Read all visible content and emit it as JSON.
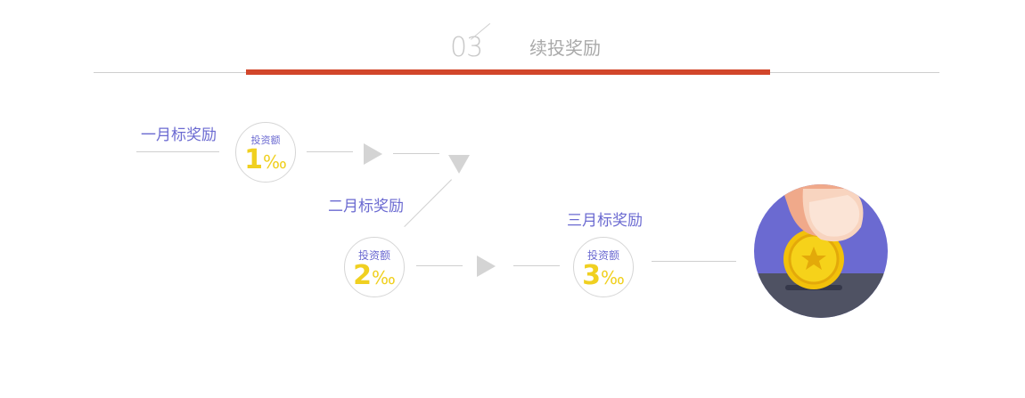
{
  "header": {
    "section_number": "03",
    "title": "续投奖励"
  },
  "steps": [
    {
      "label": "一月标奖励",
      "caption": "投资额",
      "value": "1",
      "unit": "‰"
    },
    {
      "label": "二月标奖励",
      "caption": "投资额",
      "value": "2",
      "unit": "‰"
    },
    {
      "label": "三月标奖励",
      "caption": "投资额",
      "value": "3",
      "unit": "‰"
    }
  ],
  "colors": {
    "accent_red": "#d2462b",
    "label_purple": "#6b6ad1",
    "value_yellow": "#f0d020",
    "illustration_bg": "#6b6ad1"
  },
  "icons": {
    "arrow": "triangle-arrow-icon",
    "illustration": "hand-coin-icon"
  }
}
